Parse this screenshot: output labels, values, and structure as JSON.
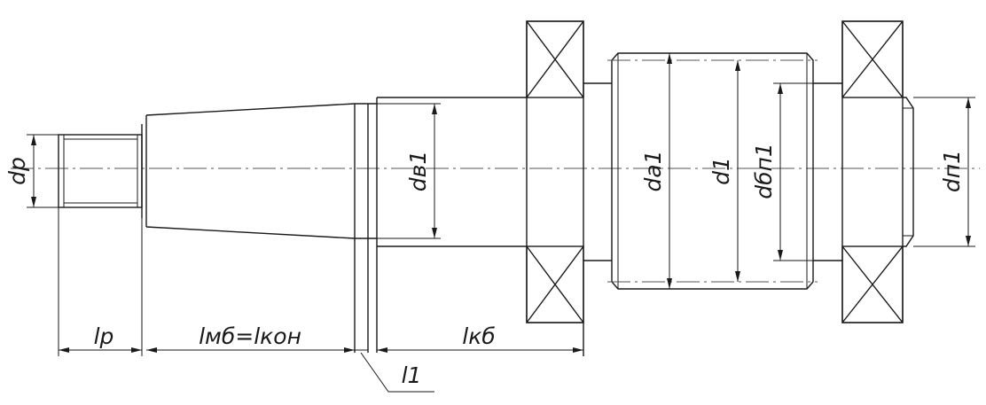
{
  "drawing": {
    "labels": {
      "dp": "dp",
      "dv1": "dв1",
      "da1": "da1",
      "d1": "d1",
      "dbp1": "dбп1",
      "dp1": "dп1",
      "lp": "lр",
      "lmb": "lмб=lкон",
      "lkb": "lкб",
      "l1": "l1"
    }
  }
}
